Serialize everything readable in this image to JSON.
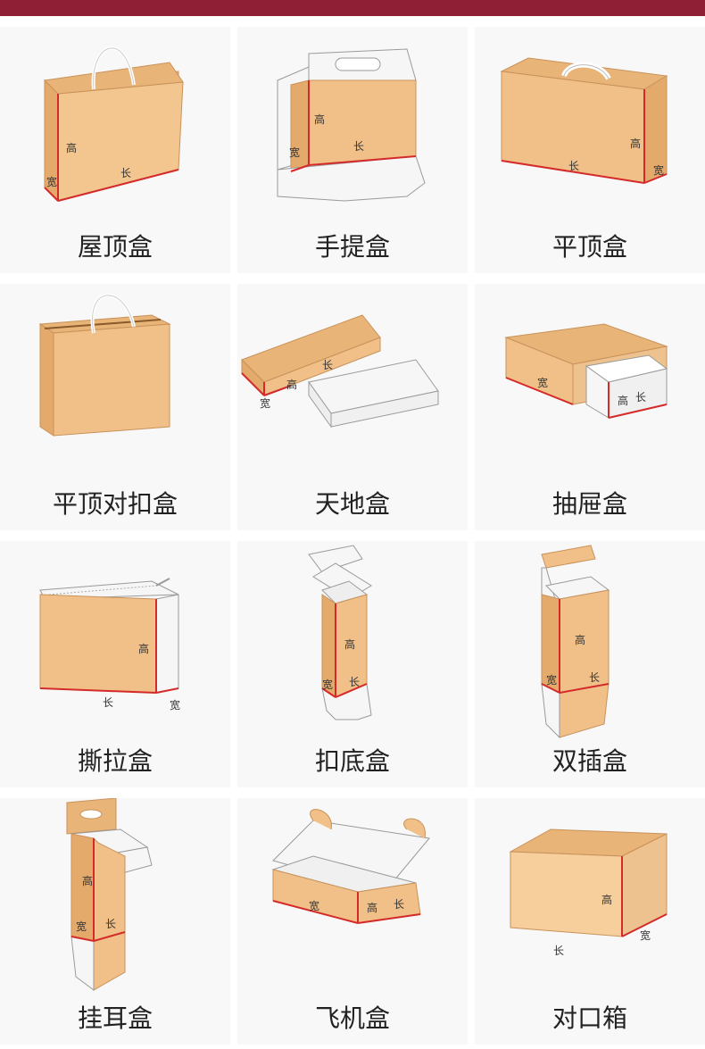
{
  "colors": {
    "bar": "#8e1f34",
    "kraft": "#f1c088",
    "kraft_dark": "#e3aa6c",
    "white_panel": "#f6f6f6",
    "outline": "#9a9a9a",
    "edge_red": "#d42a2a"
  },
  "dims": {
    "height": "高",
    "length": "长",
    "width": "宽"
  },
  "boxes": [
    {
      "name": "屋顶盒"
    },
    {
      "name": "手提盒"
    },
    {
      "name": "平顶盒"
    },
    {
      "name": "平顶对扣盒"
    },
    {
      "name": "天地盒"
    },
    {
      "name": "抽屉盒"
    },
    {
      "name": "撕拉盒"
    },
    {
      "name": "扣底盒"
    },
    {
      "name": "双插盒"
    },
    {
      "name": "挂耳盒"
    },
    {
      "name": "飞机盒"
    },
    {
      "name": "对口箱"
    }
  ]
}
